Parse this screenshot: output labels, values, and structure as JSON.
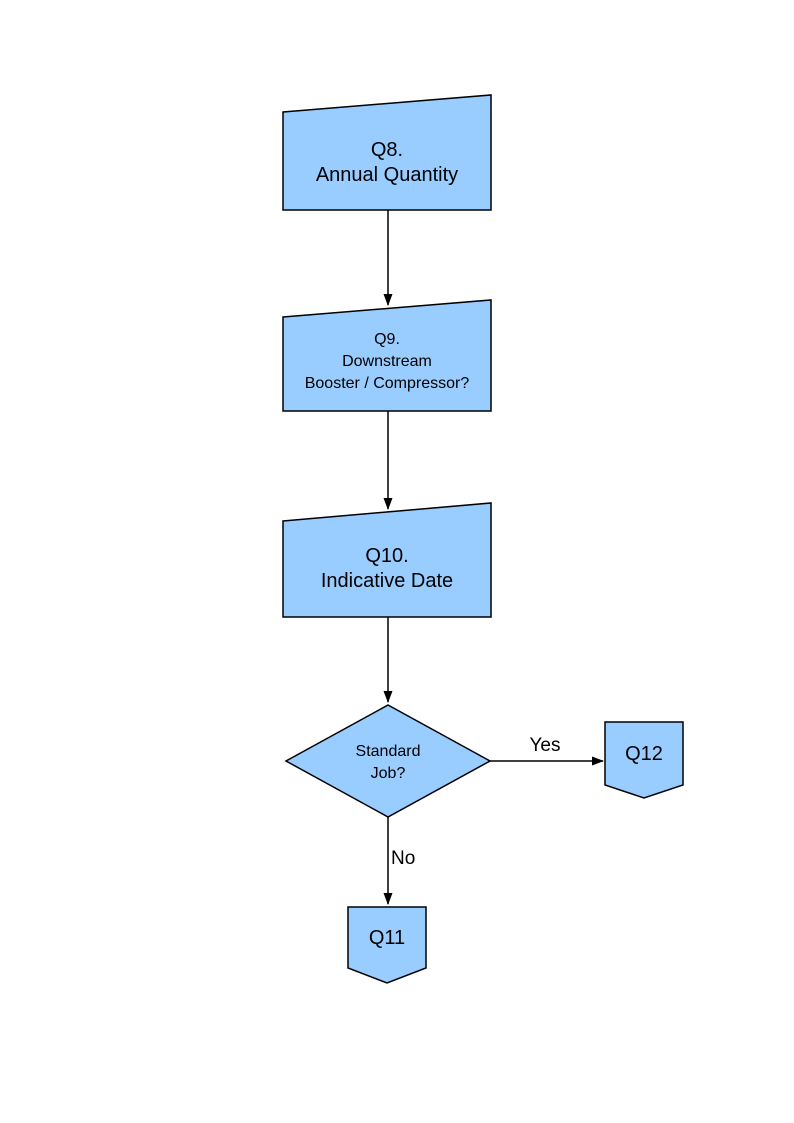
{
  "colors": {
    "page_background": "#FFFFFF",
    "shape_fill": "#99CCFF",
    "shape_border": "#000000",
    "connector": "#000000",
    "text": "#000000"
  },
  "nodes": {
    "q8": {
      "label": "Q8.\nAnnual Quantity"
    },
    "q9": {
      "label": "Q9.\nDownstream\nBooster / Compressor?"
    },
    "q10": {
      "label": "Q10.\nIndicative Date"
    },
    "decision": {
      "label": "Standard\nJob?"
    },
    "q12": {
      "label": "Q12"
    },
    "q11": {
      "label": "Q11"
    }
  },
  "edges": {
    "yes": {
      "label": "Yes"
    },
    "no": {
      "label": "No"
    }
  }
}
